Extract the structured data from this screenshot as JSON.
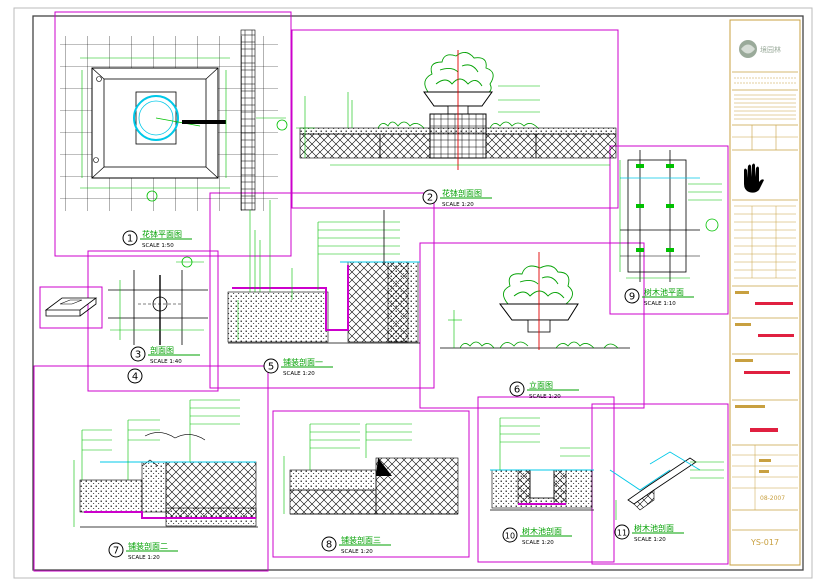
{
  "details": [
    {
      "number": "1",
      "title": "花钵平面图",
      "scale": "SCALE 1:50"
    },
    {
      "number": "2",
      "title": "花钵剖面图",
      "scale": "SCALE 1:20"
    },
    {
      "number": "3",
      "title": "剖面图",
      "scale": "SCALE 1:40"
    },
    {
      "number": "4",
      "title": "",
      "scale": ""
    },
    {
      "number": "5",
      "title": "铺装剖面一",
      "scale": "SCALE 1:20"
    },
    {
      "number": "6",
      "title": "立面图",
      "scale": "SCALE 1:20"
    },
    {
      "number": "7",
      "title": "铺装剖面二",
      "scale": "SCALE 1:20"
    },
    {
      "number": "8",
      "title": "铺装剖面三",
      "scale": "SCALE 1:20"
    },
    {
      "number": "9",
      "title": "树木池平面",
      "scale": "SCALE 1:10"
    },
    {
      "number": "10",
      "title": "树木池剖面",
      "scale": "SCALE 1:20"
    },
    {
      "number": "11",
      "title": "树木池剖面",
      "scale": "SCALE 1:20"
    }
  ],
  "title_block": {
    "company": "境园林",
    "date": "08-2007",
    "drawing_no": "YS-017"
  },
  "colors": {
    "frame": "#8a8a8a",
    "viewport": "#cc00cc",
    "linework": "#000000",
    "dimension": "#00c000",
    "accent_red": "#e00000",
    "water": "#00c8e8",
    "titleblock": "#c8a040"
  }
}
